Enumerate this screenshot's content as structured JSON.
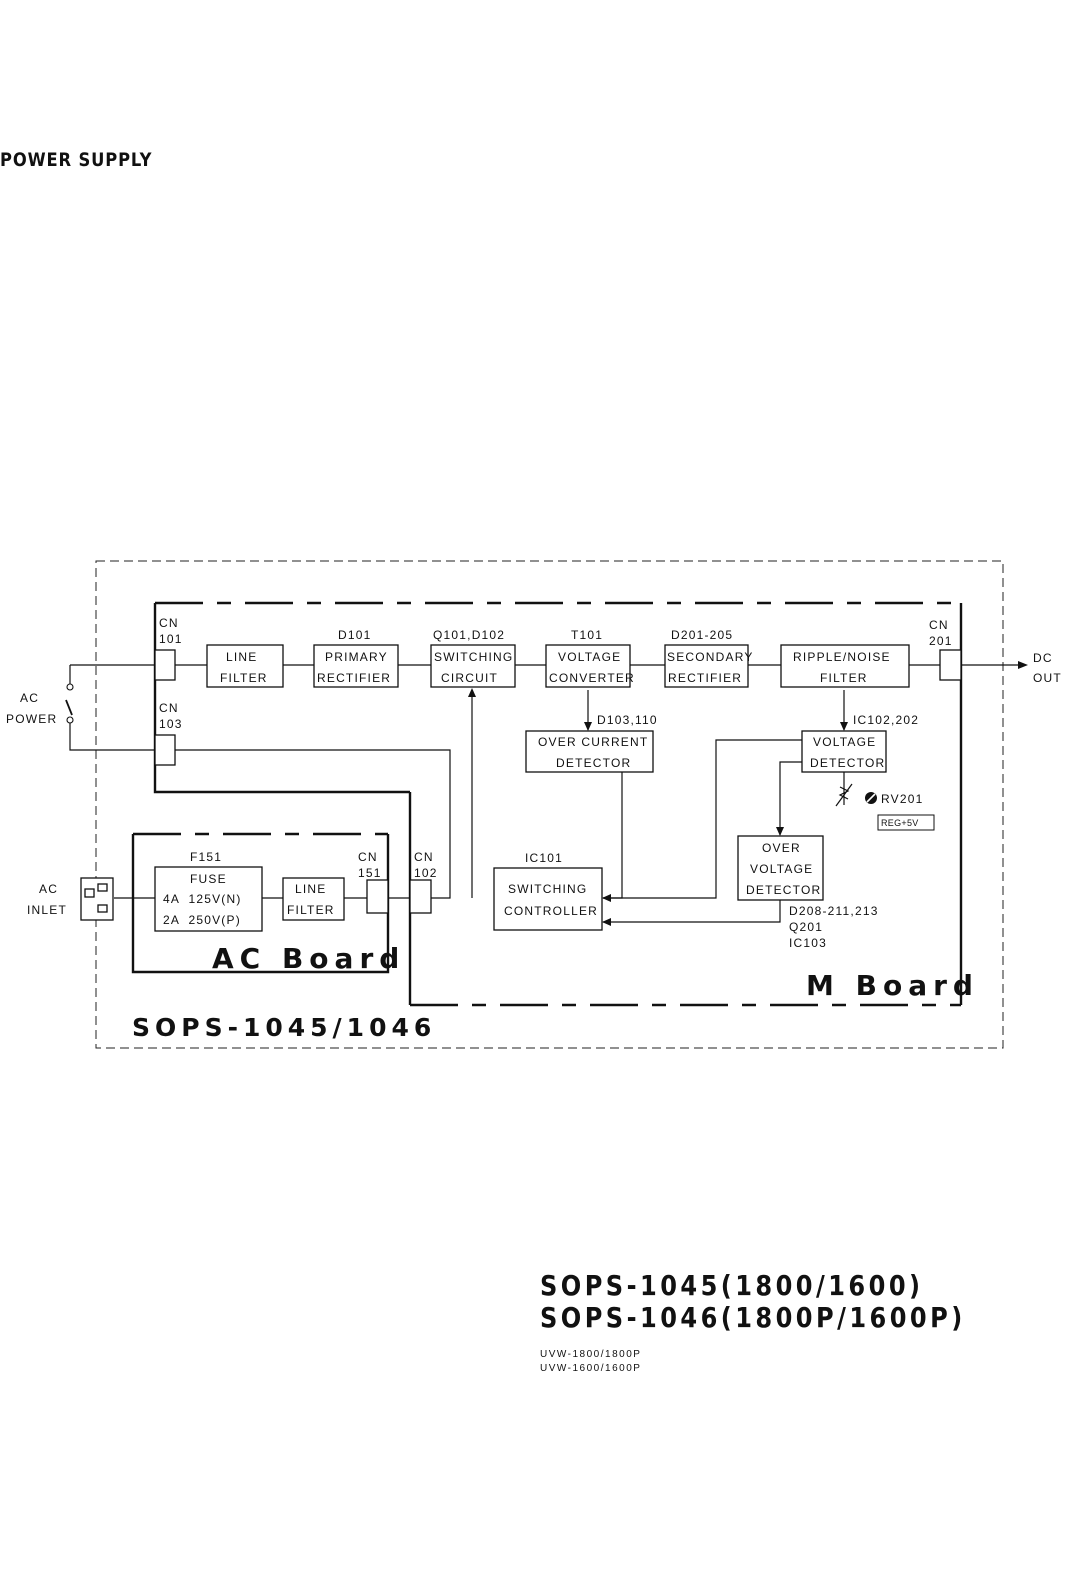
{
  "page_title": "POWER SUPPLY",
  "diagram": {
    "outer_label": "SOPS-1045/1046",
    "m_board_label": "M Board",
    "ac_board_label": "AC Board",
    "external": {
      "ac_power": [
        "AC",
        "POWER"
      ],
      "ac_inlet": [
        "AC",
        "INLET"
      ],
      "dc_out": [
        "DC",
        "OUT"
      ]
    },
    "connectors": {
      "cn101": [
        "CN",
        "101"
      ],
      "cn103": [
        "CN",
        "103"
      ],
      "cn201": [
        "CN",
        "201"
      ],
      "cn151": [
        "CN",
        "151"
      ],
      "cn102": [
        "CN",
        "102"
      ]
    },
    "blocks": {
      "line_filter_m": [
        "LINE",
        "FILTER"
      ],
      "primary_rectifier": [
        "PRIMARY",
        "RECTIFIER"
      ],
      "switching_circuit": [
        "SWITCHING",
        "CIRCUIT"
      ],
      "voltage_converter": [
        "VOLTAGE",
        "CONVERTER"
      ],
      "secondary_rectifier": [
        "SECONDARY",
        "RECTIFIER"
      ],
      "ripple_noise_filter": [
        "RIPPLE/NOISE",
        "FILTER"
      ],
      "over_current_detector": [
        "OVER CURRENT",
        "DETECTOR"
      ],
      "voltage_detector": [
        "VOLTAGE",
        "DETECTOR"
      ],
      "over_voltage_detector": [
        "OVER",
        "VOLTAGE",
        "DETECTOR"
      ],
      "switching_controller": [
        "SWITCHING",
        "CONTROLLER"
      ],
      "fuse": [
        "FUSE",
        "4A  125V(N)",
        "2A  250V(P)"
      ],
      "line_filter_ac": [
        "LINE",
        "FILTER"
      ]
    },
    "refs": {
      "d101": "D101",
      "q101_d102": "Q101,D102",
      "t101": "T101",
      "d201_205": "D201-205",
      "d103_110": "D103,110",
      "ic102_202": "IC102,202",
      "ic101": "IC101",
      "f151": "F151",
      "rv201": "RV201",
      "reg_5v": "REG+5V",
      "ovd_refs": [
        "D208-211,213",
        "Q201",
        "IC103"
      ]
    }
  },
  "models": {
    "line1": "SOPS-1045(1800/1600)",
    "line2": "SOPS-1046(1800P/1600P)",
    "sub1": "UVW-1800/1800P",
    "sub2": "UVW-1600/1600P"
  }
}
